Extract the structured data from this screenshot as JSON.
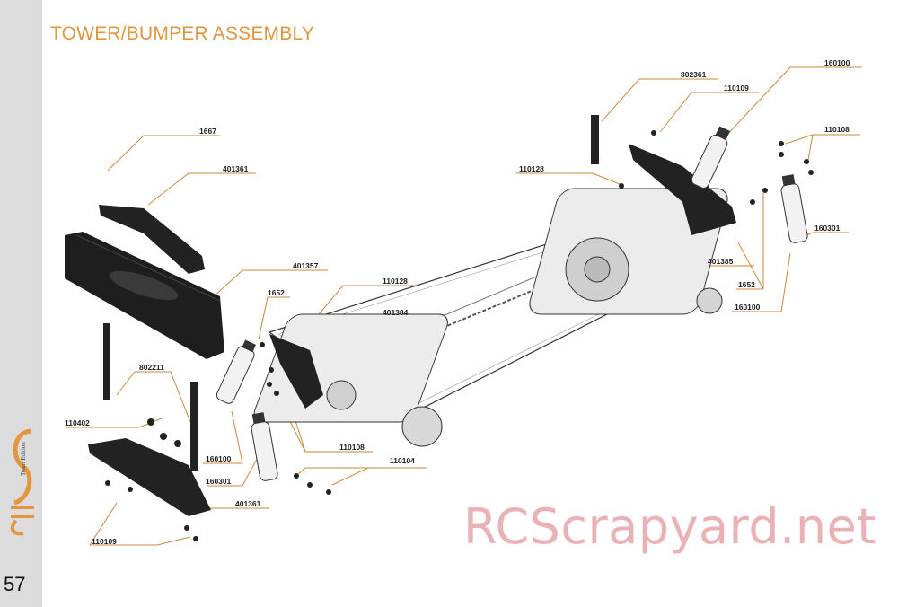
{
  "page": {
    "title": "TOWER/BUMPER ASSEMBLY",
    "number": "57",
    "watermark": "RCScrapyard.net",
    "logo_text": "Team Edition"
  },
  "colors": {
    "accent": "#e3963e",
    "sidebar": "#dcdcdc",
    "leader": "#c98a3a",
    "watermark": "#e8aab0"
  },
  "callouts": [
    "1667",
    "401361",
    "401357",
    "1652",
    "110128",
    "401384",
    "802211",
    "110402",
    "160100",
    "160301",
    "401361",
    "110109",
    "110108",
    "110104",
    "802361",
    "110109",
    "160100",
    "110108",
    "110128",
    "160301",
    "401385",
    "1652",
    "160100"
  ]
}
